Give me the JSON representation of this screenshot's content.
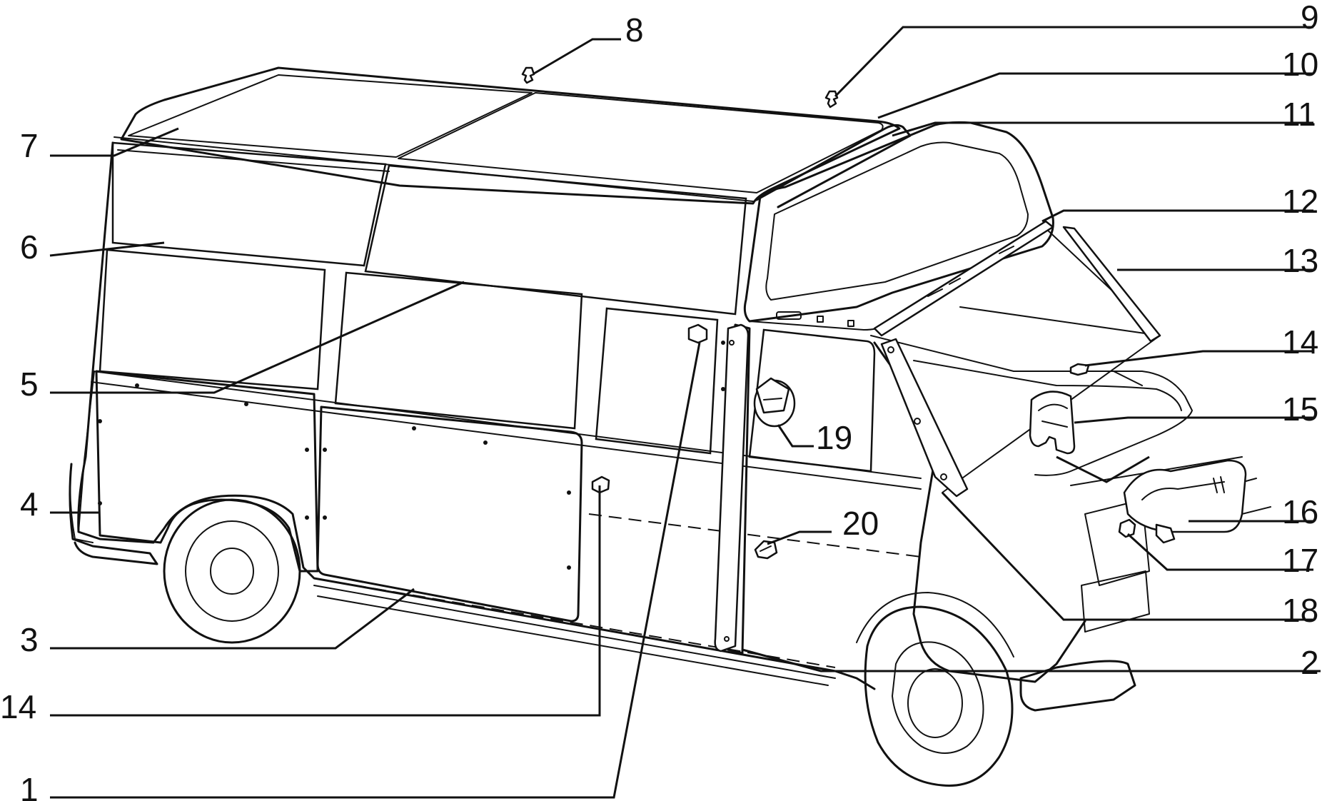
{
  "callouts": {
    "c1": "1",
    "c2": "2",
    "c3": "3",
    "c4": "4",
    "c5": "5",
    "c6": "6",
    "c7": "7",
    "c8": "8",
    "c9": "9",
    "c10": "10",
    "c11": "11",
    "c12": "12",
    "c13": "13",
    "c14a": "14",
    "c14b": "14",
    "c15": "15",
    "c16": "16",
    "c17": "17",
    "c18": "18",
    "c19": "19",
    "c20": "20"
  }
}
